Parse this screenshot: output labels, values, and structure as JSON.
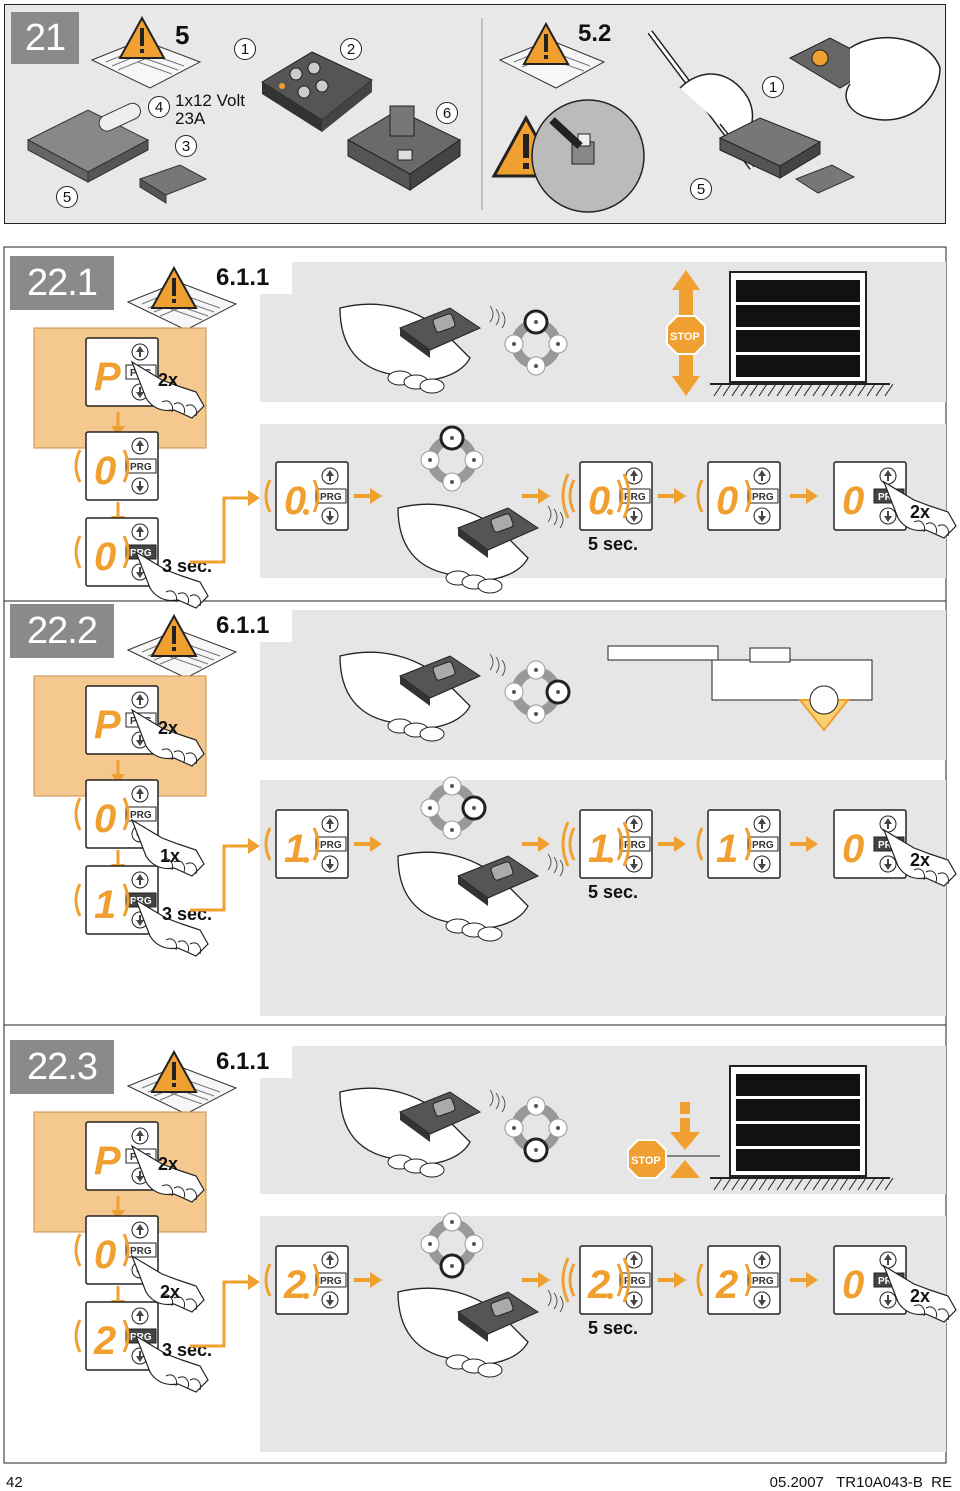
{
  "sec21": {
    "num": "21",
    "warn_num": "5",
    "battery_spec_line1": "1x12 Volt",
    "battery_spec_line2": "23A",
    "callout_4": "4",
    "callout_3": "3",
    "callout_5a": "5",
    "callout_1a": "1",
    "callout_2": "2",
    "callout_6": "6",
    "warn2_num": "5.2",
    "callout_1b": "1",
    "callout_5b": "5"
  },
  "sec22_1": {
    "num": "22.1",
    "ref": "6.1.1",
    "press_count": "2x",
    "hold_time": "3 sec.",
    "wait_time": "5 sec.",
    "final_press": "2x",
    "display_p": "P",
    "display_digit": "0",
    "button_label": "PRG",
    "stop_label": "STOP"
  },
  "sec22_2": {
    "num": "22.2",
    "ref": "6.1.1",
    "press_count": "2x",
    "up_press": "1x",
    "hold_time": "3 sec.",
    "wait_time": "5 sec.",
    "final_press": "2x",
    "display_p": "P",
    "display_digit": "1",
    "display_zero": "0",
    "button_label": "PRG"
  },
  "sec22_3": {
    "num": "22.3",
    "ref": "6.1.1",
    "press_count": "2x",
    "up_press": "2x",
    "hold_time": "3 sec.",
    "wait_time": "5 sec.",
    "final_press": "2x",
    "display_p": "P",
    "display_digit": "2",
    "display_zero": "0",
    "button_label": "PRG",
    "stop_label": "STOP"
  },
  "footer": {
    "page": "42",
    "doc_ref": "05.2007   TR10A043-B  RE"
  },
  "colors": {
    "accent": "#f0a030",
    "panel": "#e6e6e6",
    "display_bg": "#f5c890",
    "section_num_bg": "#8a8a8a"
  }
}
